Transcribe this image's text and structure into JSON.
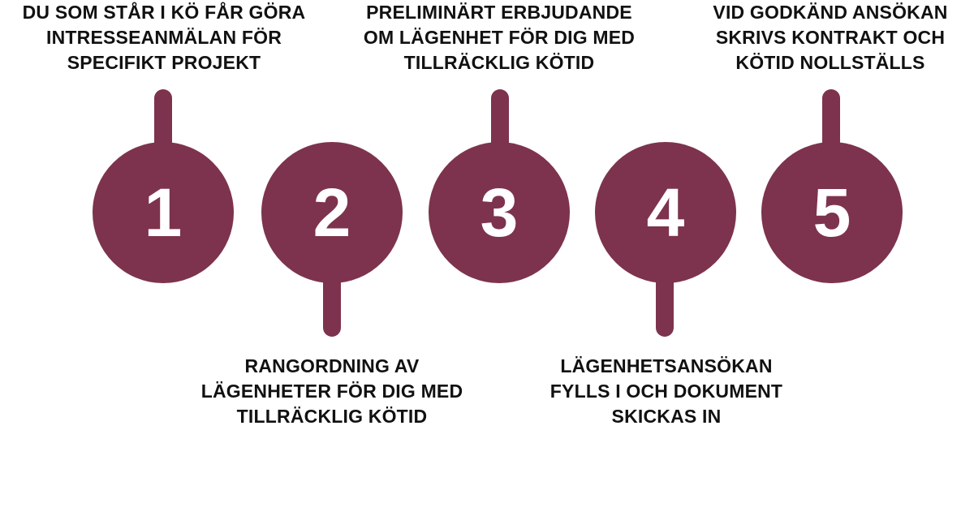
{
  "colors": {
    "accent": "#7d334d",
    "number_text": "#ffffff",
    "label_text": "#111111"
  },
  "steps": [
    {
      "number": "1",
      "label": "DU SOM STÅR I KÖ FÅR GÖRA\nINTRESSEANMÄLAN FÖR\nSPECIFIKT PROJEKT",
      "label_position": "top"
    },
    {
      "number": "2",
      "label": "RANGORDNING AV\nLÄGENHETER FÖR DIG MED\nTILLRÄCKLIG KÖTID",
      "label_position": "bottom"
    },
    {
      "number": "3",
      "label": "PRELIMINÄRT ERBJUDANDE\nOM LÄGENHET FÖR DIG MED\nTILLRÄCKLIG KÖTID",
      "label_position": "top"
    },
    {
      "number": "4",
      "label": "LÄGENHETSANSÖKAN\nFYLLS I OCH DOKUMENT\nSKICKAS IN",
      "label_position": "bottom"
    },
    {
      "number": "5",
      "label": "VID GODKÄND ANSÖKAN\nSKRIVS KONTRAKT OCH\nKÖTID NOLLSTÄLLS",
      "label_position": "top"
    }
  ]
}
